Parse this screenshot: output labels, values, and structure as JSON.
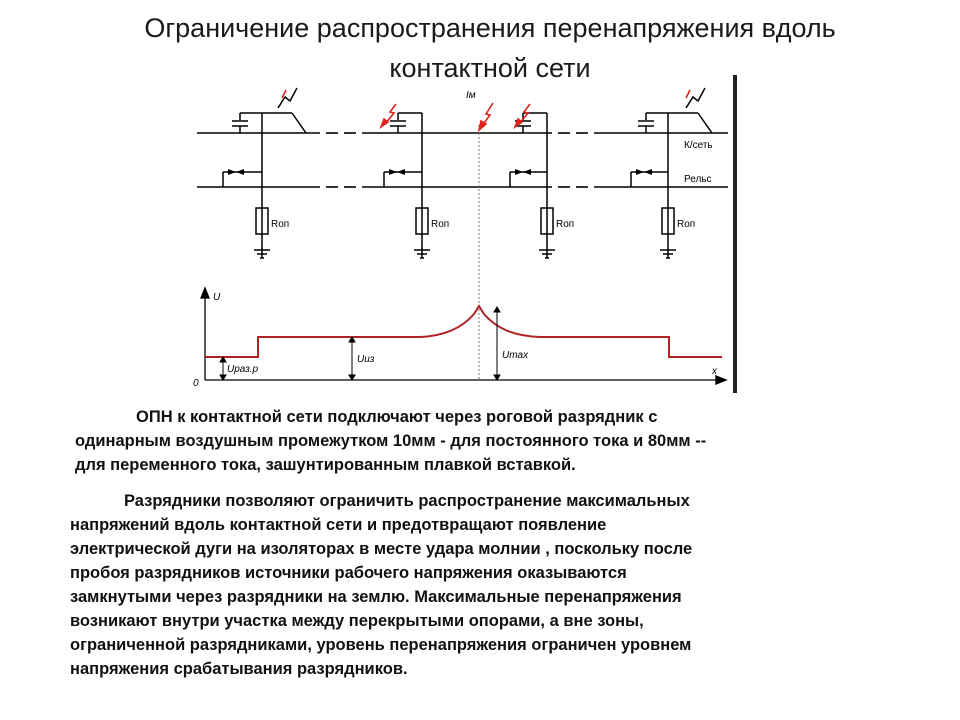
{
  "title": {
    "line1": "Ограничение распространения перенапряжения вдоль",
    "line2": "контактной сети"
  },
  "diagram": {
    "label_im": "Iм",
    "label_k_set": "К/сеть",
    "label_rels": "Рельс",
    "resistor_label": "Rоп",
    "axis_u": "U",
    "axis_x": "x",
    "origin": "0",
    "u_raz": "Uраз.р",
    "u_iz": "Uиз",
    "u_max": "Umax"
  },
  "paragraph1": {
    "line1": "ОПН к контактной сети подключают через роговой разрядник с",
    "line2": "одинарным воздушным промежутком 10мм - для постоянного тока и 80мм --",
    "line3": "для переменного тока, зашунтированным плавкой вставкой."
  },
  "paragraph2": {
    "line1": "Разрядники позволяют ограничить распространение максимальных",
    "line2": "напряжений вдоль контактной сети и предотвращают появление",
    "line3": "электрической дуги на изоляторах в месте удара молнии , поскольку после",
    "line4": "пробоя разрядников источники рабочего напряжения оказываются",
    "line5": "замкнутыми через разрядники на землю. Максимальные перенапряжения",
    "line6": "возникают внутри участка между перекрытыми опорами, а вне зоны,",
    "line7": "ограниченной разрядниками, уровень перенапряжения ограничен уровнем",
    "line8": "напряжения срабатывания разрядников."
  },
  "colors": {
    "curve": "#b22222",
    "lightning": "#e0201a",
    "lines": "#000000"
  }
}
